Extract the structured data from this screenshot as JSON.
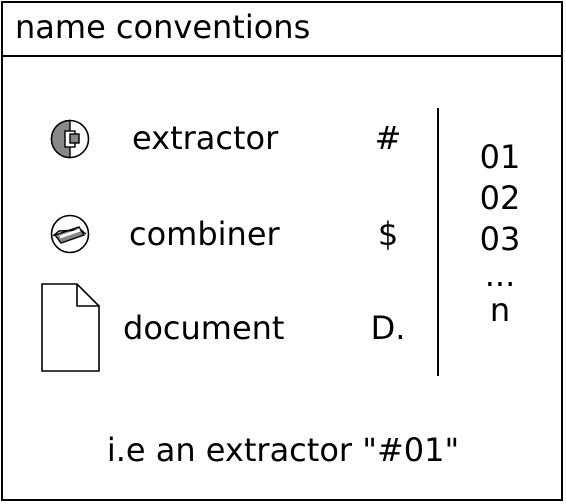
{
  "header": {
    "title": "name conventions"
  },
  "legend": {
    "items": [
      {
        "icon": "extractor-icon",
        "label": "extractor",
        "symbol": "#"
      },
      {
        "icon": "combiner-icon",
        "label": "combiner",
        "symbol": "$"
      },
      {
        "icon": "document-icon",
        "label": "document",
        "symbol": "D."
      }
    ]
  },
  "numbering": [
    "01",
    "02",
    "03",
    "...",
    "n"
  ],
  "example": "i.e an extractor \"#01\""
}
